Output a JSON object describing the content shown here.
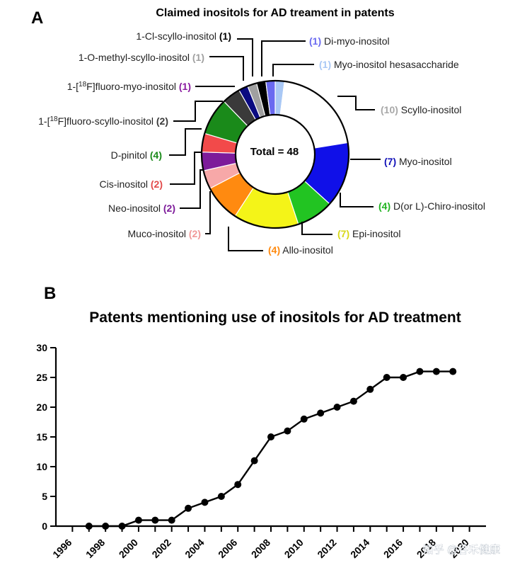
{
  "panel_a": {
    "letter": "A",
    "title": "Claimed inositols for AD treament in patents",
    "center_total": "Total = 48"
  },
  "panel_b": {
    "letter": "B",
    "title": "Patents mentioning use of inositols for AD treatment"
  },
  "watermark": "知乎 @谷禾健康",
  "chart_data": [
    {
      "type": "pie",
      "donut": true,
      "title": "Claimed inositols for AD treament in patents",
      "total_label": "Total = 48",
      "slices": [
        {
          "name": "Myo-inositol hesasaccharide",
          "value": 1,
          "color": "#a9c8f5"
        },
        {
          "name": "Scyllo-inositol",
          "value": 10,
          "color": "#ffffff"
        },
        {
          "name": "Myo-inositol",
          "value": 7,
          "color": "#1010e8"
        },
        {
          "name": "D(or L)-Chiro-inositol",
          "value": 4,
          "color": "#22c422"
        },
        {
          "name": "Epi-inositol",
          "value": 7,
          "color": "#f4f418"
        },
        {
          "name": "Allo-inositol",
          "value": 4,
          "color": "#ff8a10"
        },
        {
          "name": "Muco-inositol",
          "value": 2,
          "color": "#f7a8a8"
        },
        {
          "name": "Neo-inositol",
          "value": 2,
          "color": "#7d1b9a"
        },
        {
          "name": "Cis-inositol",
          "value": 2,
          "color": "#f24a4a"
        },
        {
          "name": "D-pinitol",
          "value": 4,
          "color": "#1a8a1a"
        },
        {
          "name": "1-[18F]fluoro-scyllo-inositol",
          "value": 2,
          "color": "#3a3a3a"
        },
        {
          "name": "1-[18F]fluoro-myo-inositol",
          "value": 1,
          "color": "#0a0a80"
        },
        {
          "name": "1-O-methyl-scyllo-inositol",
          "value": 1,
          "color": "#a0a0a0"
        },
        {
          "name": "1-Cl-scyllo-inositol",
          "value": 1,
          "color": "#000000"
        },
        {
          "name": "Di-myo-inositol",
          "value": 1,
          "color": "#6a6af0"
        }
      ],
      "labels": [
        {
          "id": "cl",
          "pre": "1-Cl-scyllo-inositol",
          "count": "(1)",
          "count_color": "#000000"
        },
        {
          "id": "om",
          "pre": "1-O-methyl-scyllo-inositol",
          "count": "(1)",
          "count_color": "#a0a0a0"
        },
        {
          "id": "ffm",
          "pre": "1-[",
          "sup": "18",
          "post": "F]fluoro-myo-inositol",
          "count": "(1)",
          "count_color": "#8a1aa0"
        },
        {
          "id": "ffs",
          "pre": "1-[",
          "sup": "18",
          "post": "F]fluoro-scyllo-inositol",
          "count": "(2)",
          "count_color": "#3a3a3a"
        },
        {
          "id": "dp",
          "pre": "D-pinitol",
          "count": "(4)",
          "count_color": "#1a8a1a"
        },
        {
          "id": "ci",
          "pre": "Cis-inositol",
          "count": "(2)",
          "count_color": "#e24a4a"
        },
        {
          "id": "ne",
          "pre": "Neo-inositol",
          "count": "(2)",
          "count_color": "#7d1b9a"
        },
        {
          "id": "mu",
          "pre": "Muco-inositol",
          "count": "(2)",
          "count_color": "#f09898"
        },
        {
          "id": "al",
          "count": "(4)",
          "post": "Allo-inositol",
          "count_color": "#ff8a10"
        },
        {
          "id": "ep",
          "count": "(7)",
          "post": "Epi-inositol",
          "count_color": "#d8d818"
        },
        {
          "id": "ch",
          "count": "(4)",
          "post": "D(or L)-Chiro-inositol",
          "count_color": "#22b422"
        },
        {
          "id": "my",
          "count": "(7)",
          "post": "Myo-inositol",
          "count_color": "#1010b8"
        },
        {
          "id": "sc",
          "count": "(10)",
          "post": "Scyllo-inositol",
          "count_color": "#a8a8a8"
        },
        {
          "id": "mh",
          "count": "(1)",
          "post": "Myo-inositol hesasaccharide",
          "count_color": "#a9c8f5"
        },
        {
          "id": "dm",
          "count": "(1)",
          "post": "Di-myo-inositol",
          "count_color": "#6a6af0"
        }
      ]
    },
    {
      "type": "line",
      "title": "Patents mentioning use of inositols for AD treatment",
      "x": [
        1997,
        1998,
        1999,
        2000,
        2001,
        2002,
        2003,
        2004,
        2005,
        2006,
        2007,
        2008,
        2009,
        2010,
        2011,
        2012,
        2013,
        2014,
        2015,
        2016,
        2017,
        2018,
        2019
      ],
      "y": [
        0,
        0,
        0,
        1,
        1,
        1,
        3,
        4,
        5,
        7,
        11,
        15,
        16,
        18,
        19,
        20,
        21,
        23,
        25,
        25,
        26,
        26,
        26
      ],
      "xlim": [
        1995,
        2021
      ],
      "ylim": [
        0,
        30
      ],
      "xticks": [
        "1996",
        "1998",
        "2000",
        "2002",
        "2004",
        "2006",
        "2008",
        "2010",
        "2012",
        "2014",
        "2016",
        "2018",
        "2020"
      ],
      "yticks": [
        "0",
        "5",
        "10",
        "15",
        "20",
        "25",
        "30"
      ],
      "marker_color": "#000000"
    }
  ]
}
